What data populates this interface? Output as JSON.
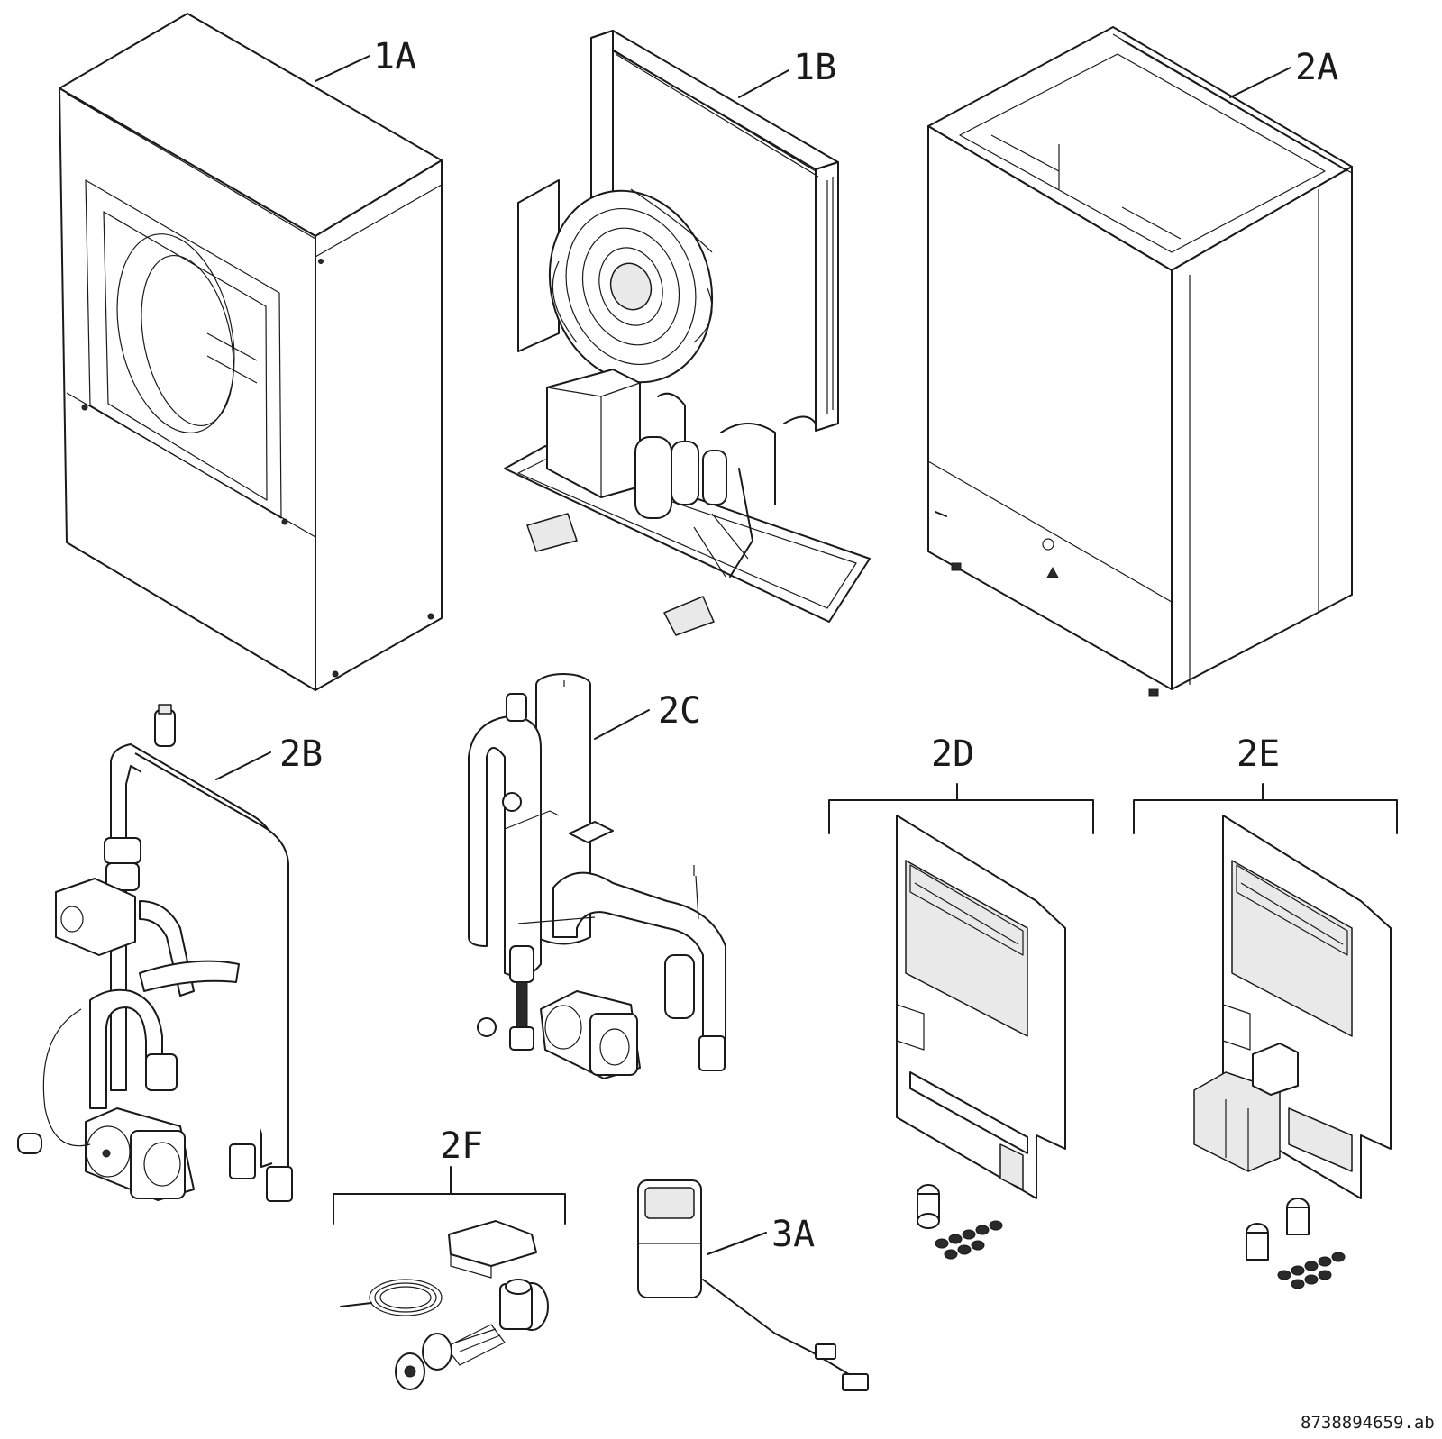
{
  "figure": {
    "labels": {
      "l1a": "1A",
      "l1b": "1B",
      "l2a": "2A",
      "l2b": "2B",
      "l2c": "2C",
      "l2d": "2D",
      "l2e": "2E",
      "l2f": "2F",
      "l3a": "3A"
    },
    "reference_code": "8738894659.ab"
  }
}
